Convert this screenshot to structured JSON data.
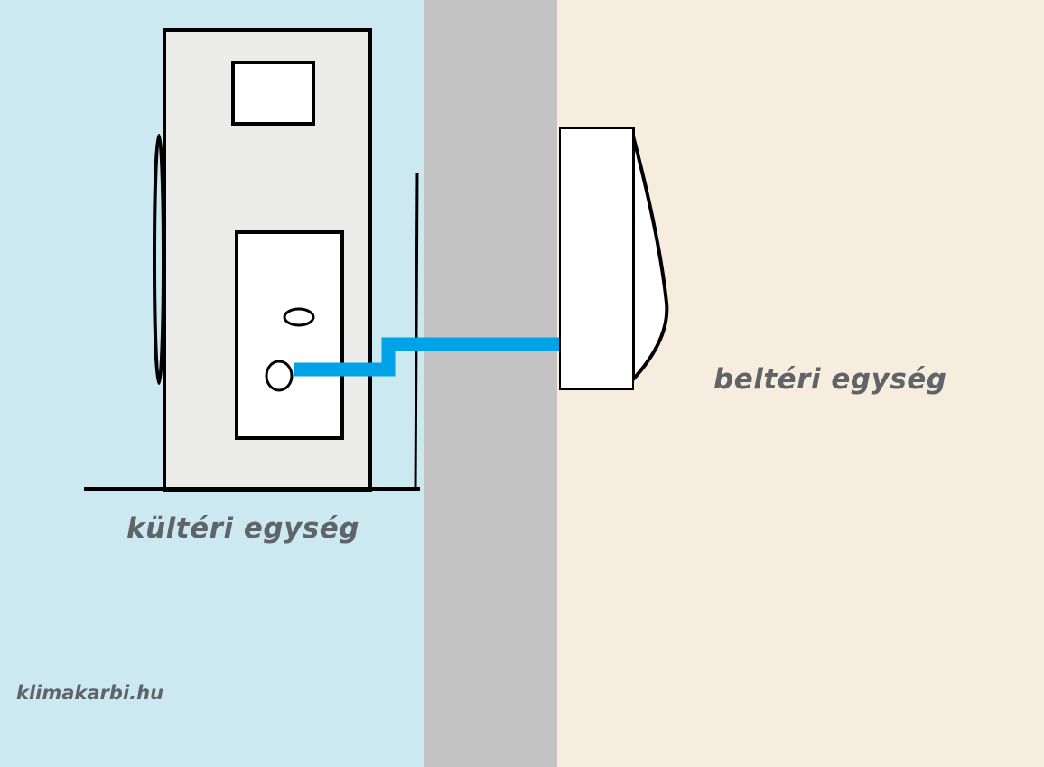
{
  "labels": {
    "outdoor_unit": "kültéri egység",
    "indoor_unit": "beltéri egység",
    "website": "klimakarbi.hu"
  },
  "colors": {
    "outdoor_bg": "#cce9f2",
    "wall": "#c3c3c3",
    "indoor_bg": "#f7edde",
    "unit_body": "#ececea",
    "pipe": "#00a2e8",
    "outline": "#000000",
    "label_text": "#5f6468"
  }
}
